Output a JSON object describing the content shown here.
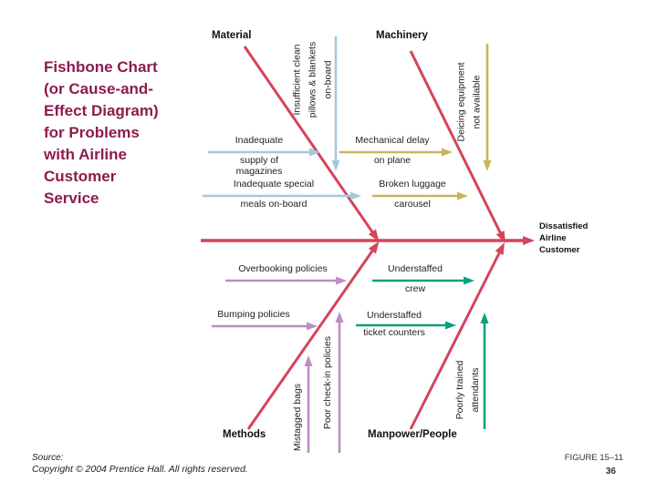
{
  "slide": {
    "title": "Fishbone Chart\n(or Cause-and-\nEffect Diagram)\nfor Problems\nwith Airline\nCustomer\nService",
    "source_label": "Source:",
    "copyright": "Copyright © 2004 Prentice Hall. All rights reserved.",
    "figure_label": "FIGURE 15–11",
    "page_number": "36"
  },
  "diagram": {
    "effect": "Dissatisfied\nAirline\nCustomer",
    "material": {
      "label": "Material",
      "cause1_top": "Inadequate",
      "cause1_bottom": "supply of\nmagazines",
      "cause2_top": "Inadequate special",
      "cause2_bottom": "meals on-board",
      "cause3": "Insufficient clean\npillows & blankets\non-board"
    },
    "machinery": {
      "label": "Machinery",
      "cause1_top": "Mechanical delay",
      "cause1_bottom": "on plane",
      "cause2_top": "Broken luggage",
      "cause2_bottom": "carousel",
      "cause3": "Deicing equipment\nnot available"
    },
    "methods": {
      "label": "Methods",
      "cause1": "Overbooking policies",
      "cause2": "Bumping policies",
      "cause3": "Mistagged bags",
      "cause4": "Poor check-in policies"
    },
    "manpower": {
      "label": "Manpower/People",
      "cause1_top": "Understaffed",
      "cause1_bottom": "crew",
      "cause2_top": "Understaffed",
      "cause2_bottom": "ticket counters",
      "cause3": "Poorly trained\nattendants"
    }
  },
  "colors": {
    "title": "#8e1b4d",
    "bones": "#d4445c",
    "material": "#a3cadb",
    "machinery": "#c9b45c",
    "methods": "#bf8cc3",
    "manpower": "#0ba17e"
  }
}
